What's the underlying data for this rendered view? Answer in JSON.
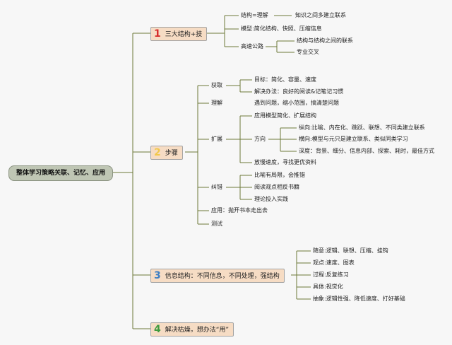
{
  "colors": {
    "line": "#6d7a3a",
    "root_fill": "#bfc6b4",
    "branch_fill": "#f6dcc4",
    "num1": "#d62d2d",
    "num2": "#f2c84b",
    "num3": "#3e7fc4",
    "num4": "#3f9b3f"
  },
  "root": "整体学习策略关联、记忆、应用",
  "b1": {
    "num": "1",
    "label": "三大结构+技",
    "c1": "结构=理解",
    "c1a": "知识之间多建立联系",
    "c2": "模型:简化结构、快照、压缩信息",
    "c3": "高速公路",
    "c3a": "结构与结构之间的联系",
    "c3b": "专业交叉"
  },
  "b2": {
    "num": "2",
    "label": "步骤",
    "get": "获取",
    "get1": "目标：简化、容量、速度",
    "get2": "解决办法：良好的阅读&记笔记习惯",
    "und": "理解",
    "und1": "遇到问题，缩小范围，搞清楚问题",
    "ext": "扩展",
    "ext1": "应用模型简化、扩展结构",
    "dir": "方向",
    "dir1": "纵向:比喻、内在化、跳跃、联想、不同类建立联系",
    "dir2": "横向:模型与元只是建立联系、类似同类学习",
    "dir3": "深度：背景、细分、信息内部、探索、耗时，最佳方式",
    "ext2": "放慢速度，寻找更优资料",
    "fix": "纠错",
    "fix1": "比喻有局限，会推错",
    "fix2": "阅读观点相反书籍",
    "fix3": "理论投入实践",
    "app": "应用：抛开书本走出去",
    "test": "测试"
  },
  "b3": {
    "num": "3",
    "label": "信息结构：不同信息，不同处理，强结构",
    "i1": "随意:逻辑、联想、压缩、挂钩",
    "i2": "观点:速度、图表",
    "i3": "过程:反复练习",
    "i4": "具体:视觉化",
    "i5": "抽象:逻辑性强、降低速度、打好基础"
  },
  "b4": {
    "num": "4",
    "label": "解决枯燥，想办法“用”"
  }
}
